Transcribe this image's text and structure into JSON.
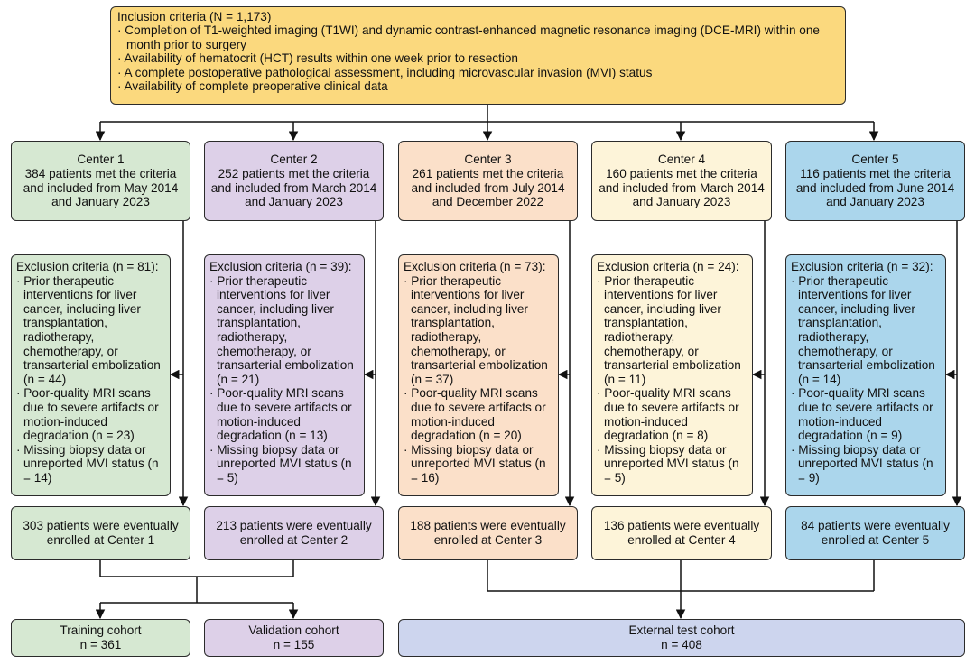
{
  "inclusion": {
    "title": "Inclusion criteria (N = 1,173)",
    "items": [
      "· Completion of T1-weighted imaging (T1WI) and dynamic contrast-enhanced magnetic resonance imaging (DCE-MRI) within one month prior to surgery",
      "· Availability of hematocrit (HCT) results within one week prior to resection",
      "· A complete postoperative pathological assessment, including microvascular invasion (MVI) status",
      "· Availability of complete preoperative clinical data"
    ]
  },
  "centers": [
    {
      "name": "Center 1",
      "desc": "384 patients met the criteria and included from May 2014 and January 2023"
    },
    {
      "name": "Center 2",
      "desc": "252  patients met the criteria and included from March 2014 and January 2023"
    },
    {
      "name": "Center 3",
      "desc": "261 patients met the criteria and included from July 2014 and December 2022"
    },
    {
      "name": "Center 4",
      "desc": "160 patients met the criteria and included from March 2014 and January 2023"
    },
    {
      "name": "Center 5",
      "desc": "116 patients met the criteria and included from June 2014 and January 2023"
    }
  ],
  "exclusions": [
    {
      "head": "Exclusion criteria (n = 81):",
      "items": [
        "· Prior therapeutic interventions for liver cancer, including liver transplantation, radiotherapy, chemotherapy, or transarterial embolization (n = 44)",
        "· Poor-quality MRI scans due to severe artifacts or motion-induced degradation (n = 23)",
        "· Missing biopsy data or unreported MVI status (n = 14)"
      ]
    },
    {
      "head": "Exclusion criteria (n = 39):",
      "items": [
        "· Prior therapeutic interventions for liver cancer, including liver transplantation, radiotherapy, chemotherapy, or transarterial embolization (n = 21)",
        "· Poor-quality MRI scans due to severe artifacts or motion-induced degradation (n = 13)",
        "· Missing biopsy data or unreported MVI status (n = 5)"
      ]
    },
    {
      "head": "Exclusion criteria (n = 73):",
      "items": [
        "· Prior therapeutic interventions for liver cancer, including liver transplantation, radiotherapy, chemotherapy, or transarterial embolization (n = 37)",
        "· Poor-quality MRI scans due to severe artifacts or motion-induced degradation (n = 20)",
        "· Missing biopsy data or unreported MVI status (n = 16)"
      ]
    },
    {
      "head": "Exclusion criteria (n = 24):",
      "items": [
        "· Prior therapeutic interventions for liver cancer, including liver transplantation, radiotherapy, chemotherapy, or transarterial embolization (n = 11)",
        "· Poor-quality MRI scans due to severe artifacts or motion-induced degradation (n = 8)",
        "· Missing biopsy data or unreported MVI status (n = 5)"
      ]
    },
    {
      "head": "Exclusion criteria (n = 32):",
      "items": [
        "· Prior therapeutic interventions for liver cancer, including liver transplantation, radiotherapy, chemotherapy, or transarterial embolization (n = 14)",
        "· Poor-quality MRI scans due to severe artifacts or motion-induced degradation (n = 9)",
        "· Missing biopsy data or unreported MVI status (n = 9)"
      ]
    }
  ],
  "enrolled": [
    "303 patients were eventually enrolled  at Center 1",
    "213 patients were eventually enrolled at Center 2",
    "188 patients were eventually enrolled  at Center 3",
    "136 patients were eventually enrolled at Center 4",
    "84 patients were eventually enrolled  at Center 5"
  ],
  "cohorts": {
    "training": {
      "name": "Training cohort",
      "n": "n = 361"
    },
    "validation": {
      "name": "Validation cohort",
      "n": "n = 155"
    },
    "external": {
      "name": "External test cohort",
      "n": "n = 408"
    }
  },
  "colors": {
    "inclusion": "#fbd97e",
    "center1": "#d6e8d2",
    "center2": "#ddd0e8",
    "center3": "#fbe0c9",
    "center4": "#fdf4d9",
    "center5": "#abd6ec",
    "external": "#cdd5ee",
    "lines": "#111111"
  }
}
